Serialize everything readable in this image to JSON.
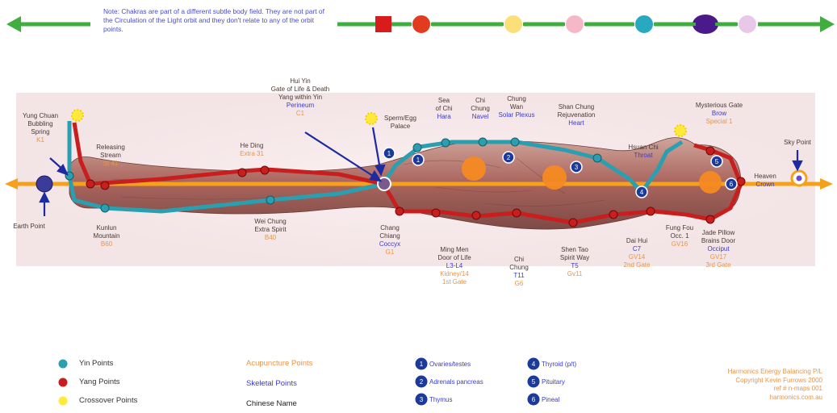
{
  "colors": {
    "yin": "#2a9fb0",
    "yang": "#c81e1e",
    "crossover": "#ffe93a",
    "axis": "#f5a21a",
    "chakra_line": "#3fae3f",
    "acupuncture": "#e8954a",
    "skeletal": "#3a3acf",
    "gland_marker": "#1b3a9a"
  },
  "note": "Note: Chakras are part of a different subtle body field. They are not part of the Circulation of the Light orbit and they don't relate to any of the orbit points.",
  "chakras": [
    "#d81b1b",
    "#e23b1f",
    "#fbe07a",
    "#f6b7c9",
    "#28a9c0",
    "#4a1a8a",
    "#e9c7e9"
  ],
  "points": {
    "yung_chuan": {
      "chinese": [
        "Yung Chuan",
        "Bubbling",
        "Spring"
      ],
      "acupuncture": "K1"
    },
    "earth_point": {
      "chinese": "Earth Point"
    },
    "releasing_stream": {
      "chinese": [
        "Releasing",
        "Stream"
      ],
      "acupuncture": "St 41"
    },
    "kunlun": {
      "chinese": [
        "Kunlun",
        "Mountain"
      ],
      "acupuncture": "B60"
    },
    "he_ding": {
      "chinese": "He Ding",
      "acupuncture": "Extra 31"
    },
    "wei_chung": {
      "chinese": [
        "Wei Chung",
        "Extra Spirit"
      ],
      "acupuncture": "B40"
    },
    "hui_yin": {
      "chinese": [
        "Hui Yin",
        "Gate of Life & Death",
        "Yang within Yin"
      ],
      "skeletal": "Perineum",
      "acupuncture": "C1"
    },
    "sperm_egg": {
      "chinese": [
        "Sperm/Egg",
        "Palace"
      ]
    },
    "chang_chiang": {
      "chinese": [
        "Chang",
        "Chiang"
      ],
      "skeletal": "Coccyx",
      "acupuncture": "G1"
    },
    "sea_of_chi": {
      "chinese": [
        "Sea",
        "of Chi"
      ],
      "skeletal": "Hara"
    },
    "chi_chung": {
      "chinese": [
        "Chi",
        "Chung"
      ],
      "skeletal": "Navel"
    },
    "chung_wan": {
      "chinese": [
        "Chung",
        "Wan"
      ],
      "skeletal": "Solar Plexus"
    },
    "shan_chung": {
      "chinese": [
        "Shan Chung",
        "Rejuvenation"
      ],
      "skeletal": "Heart"
    },
    "ming_men": {
      "chinese": [
        "Ming Men",
        "Door of Life"
      ],
      "skeletal": "L3-L4",
      "acupuncture": [
        "Kidney/14",
        "1st Gate"
      ]
    },
    "chi_chung_t11": {
      "chinese": [
        "Chi",
        "Chung"
      ],
      "skeletal": "T11",
      "acupuncture": "G6"
    },
    "shen_tao": {
      "chinese": [
        "Shen Tao",
        "Spirit Way"
      ],
      "skeletal": "T5",
      "acupuncture": "Gv11"
    },
    "hsuan_chi": {
      "chinese": "Hsuan Chi",
      "skeletal": "Throat"
    },
    "tai_hui": {
      "chinese": [
        "Dai Hui"
      ],
      "skeletal": "C7",
      "acupuncture": [
        "GV14",
        "2nd Gate"
      ]
    },
    "feng_fou": {
      "chinese": [
        "Fung Fou",
        "Occ. 1"
      ],
      "acupuncture": "GV16"
    },
    "mysterious_gate": {
      "chinese": "Mysterious Gate",
      "skeletal": "Brow",
      "acupuncture": "Special 1"
    },
    "jade_pillow": {
      "chinese": [
        "Jade Pillow",
        "Brains Door"
      ],
      "skeletal": "Occiput",
      "acupuncture": [
        "GV17",
        "3rd Gate"
      ]
    },
    "sky_point": {
      "chinese": "Sky Point"
    },
    "heaven": {
      "chinese": "Heaven",
      "skeletal": "Crown"
    }
  },
  "legend": {
    "yin": "Yin Points",
    "yang": "Yang Points",
    "crossover": "Crossover Points",
    "acupuncture": "Acupuncture Points",
    "skeletal": "Skeletal Points",
    "chinese": "Chinese Name"
  },
  "glands": [
    {
      "n": "1",
      "label": "Ovaries/testes"
    },
    {
      "n": "2",
      "label": "Adrenals pancreas"
    },
    {
      "n": "3",
      "label": "Thymus"
    },
    {
      "n": "4",
      "label": "Thyroid (p/t)"
    },
    {
      "n": "5",
      "label": "Pituitary"
    },
    {
      "n": "6",
      "label": "Pineal"
    }
  ],
  "credit": [
    "Harmonics Energy Balancing P/L",
    "Copyright Kevin Furrows 2000",
    "ref # n-maps 001",
    "harmonics.com.au"
  ]
}
